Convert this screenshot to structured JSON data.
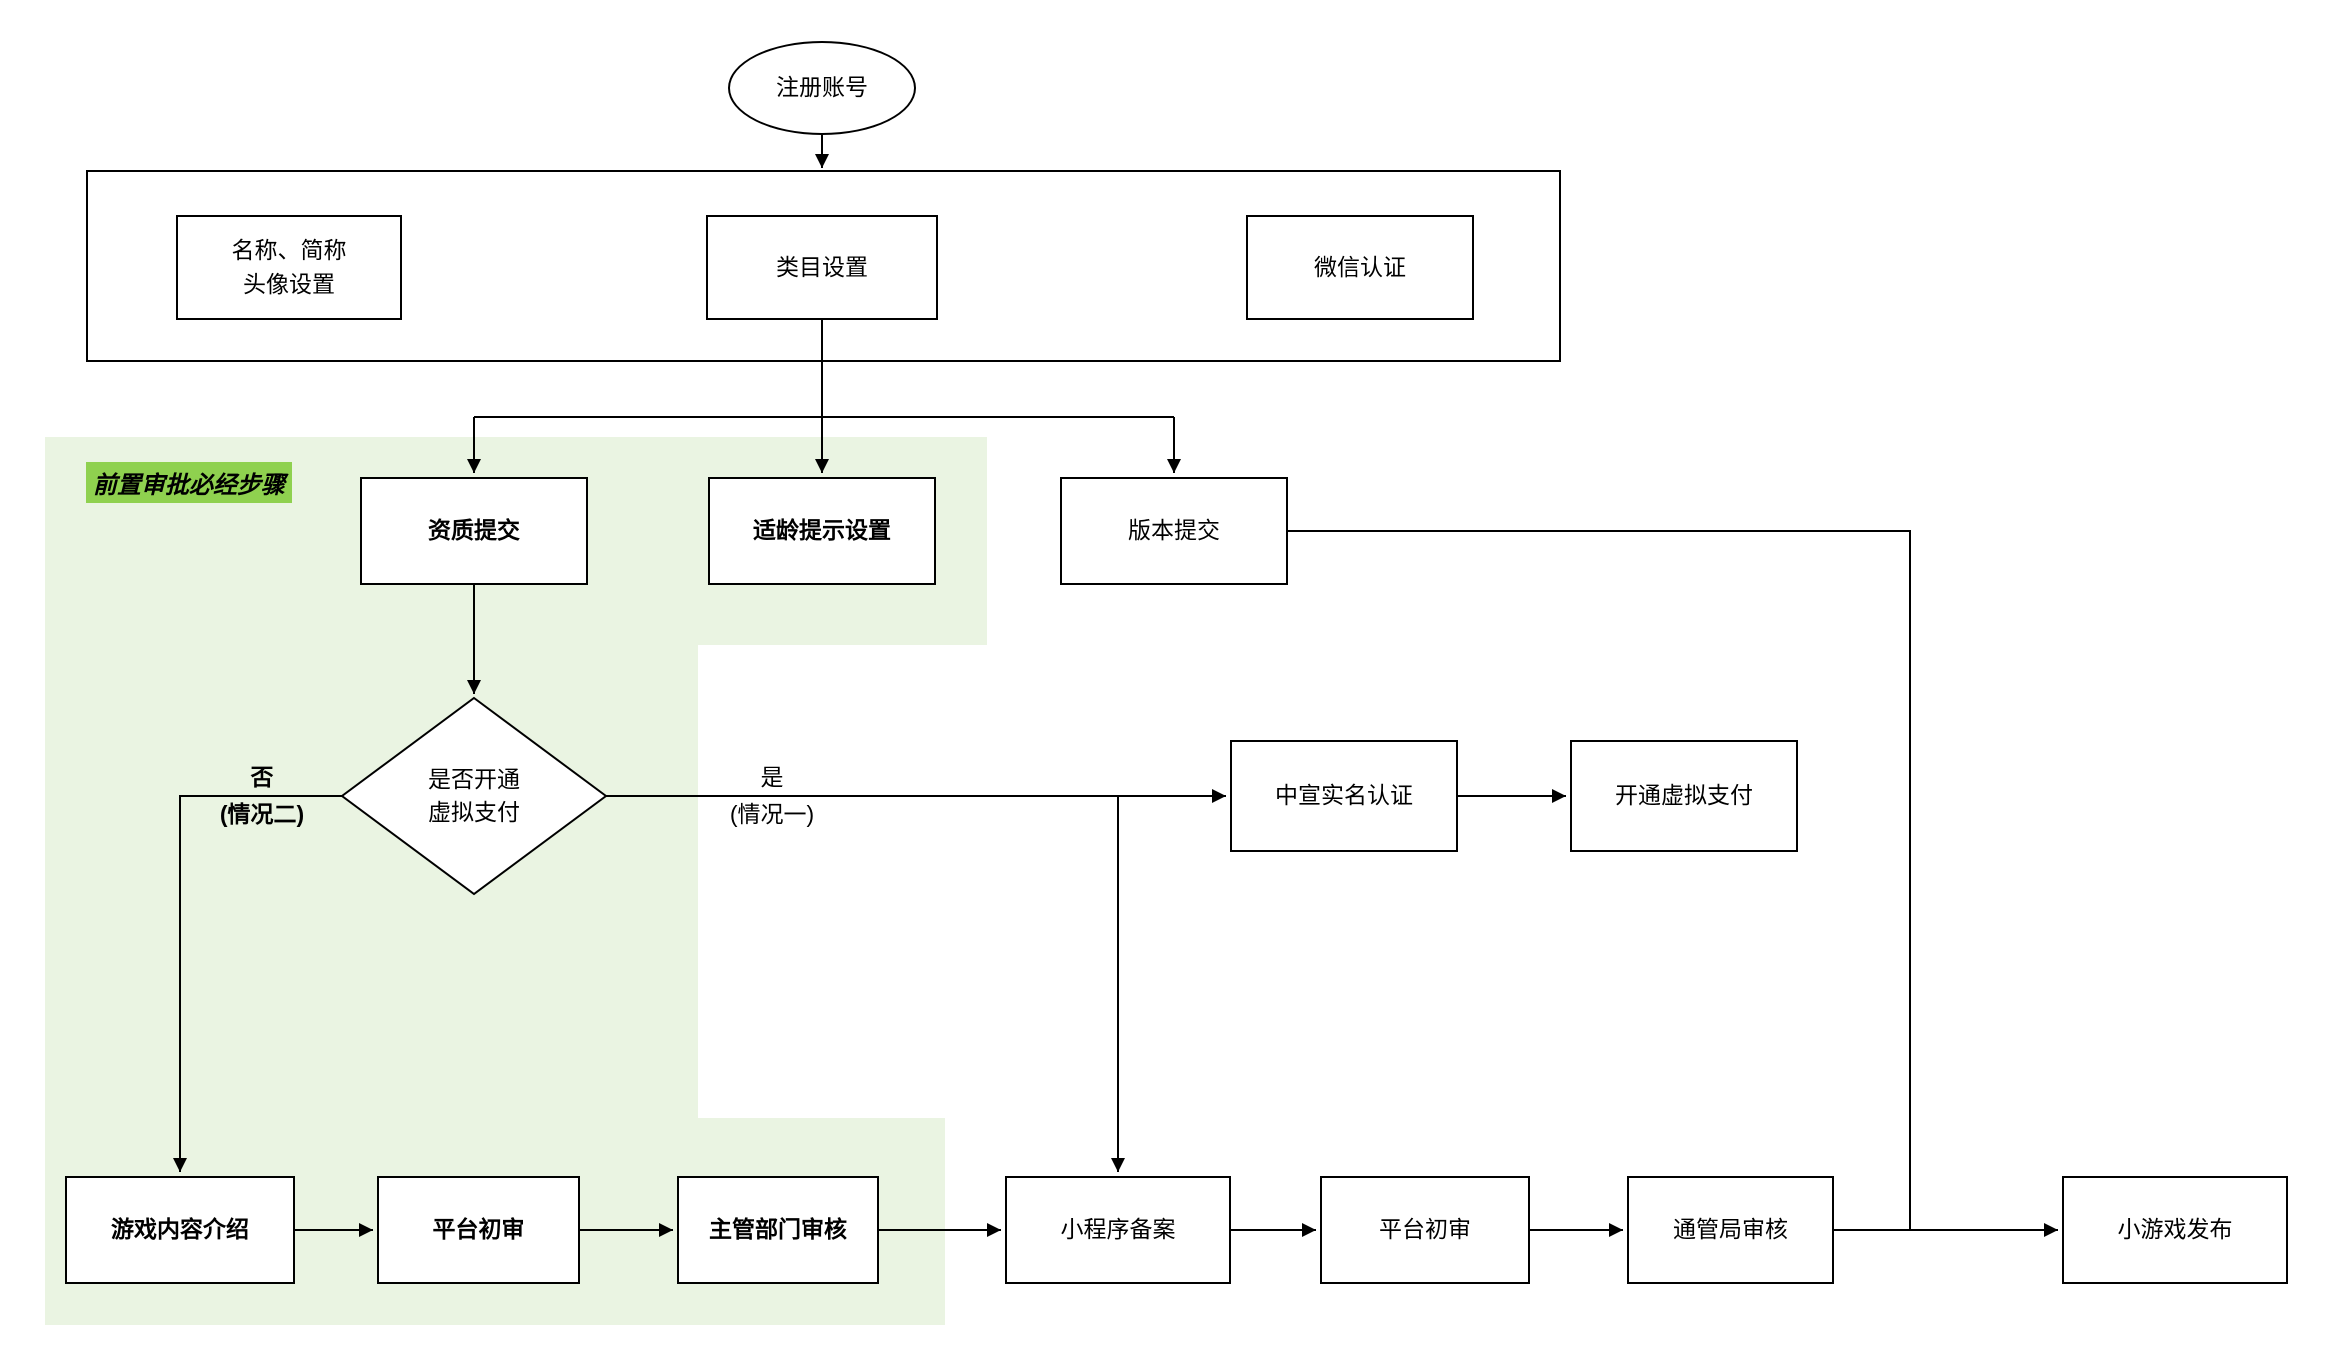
{
  "diagram": {
    "zone_label": "前置审批必经步骤",
    "colors": {
      "zone_fill": "#eaf4e2",
      "zone_label_highlight": "#8fd14f",
      "stroke": "#000000"
    }
  },
  "nodes": {
    "start": {
      "label": "注册账号"
    },
    "name_avatar": {
      "label": "名称、简称\n头像设置"
    },
    "category": {
      "label": "类目设置"
    },
    "wechat_auth": {
      "label": "微信认证"
    },
    "qualification": {
      "label": "资质提交"
    },
    "age_tip": {
      "label": "适龄提示设置"
    },
    "version_submit": {
      "label": "版本提交"
    },
    "decision": {
      "label": "是否开通\n虚拟支付"
    },
    "branch_no": {
      "label": "否\n(情况二)"
    },
    "branch_yes": {
      "label": "是\n(情况一)"
    },
    "zhongxuan_auth": {
      "label": "中宣实名认证"
    },
    "open_virtual_pay": {
      "label": "开通虚拟支付"
    },
    "game_intro": {
      "label": "游戏内容介绍"
    },
    "platform_review_1": {
      "label": "平台初审"
    },
    "dept_review": {
      "label": "主管部门审核"
    },
    "mini_program_filing": {
      "label": "小程序备案"
    },
    "platform_review_2": {
      "label": "平台初审"
    },
    "tongguanju_review": {
      "label": "通管局审核"
    },
    "game_publish": {
      "label": "小游戏发布"
    }
  }
}
